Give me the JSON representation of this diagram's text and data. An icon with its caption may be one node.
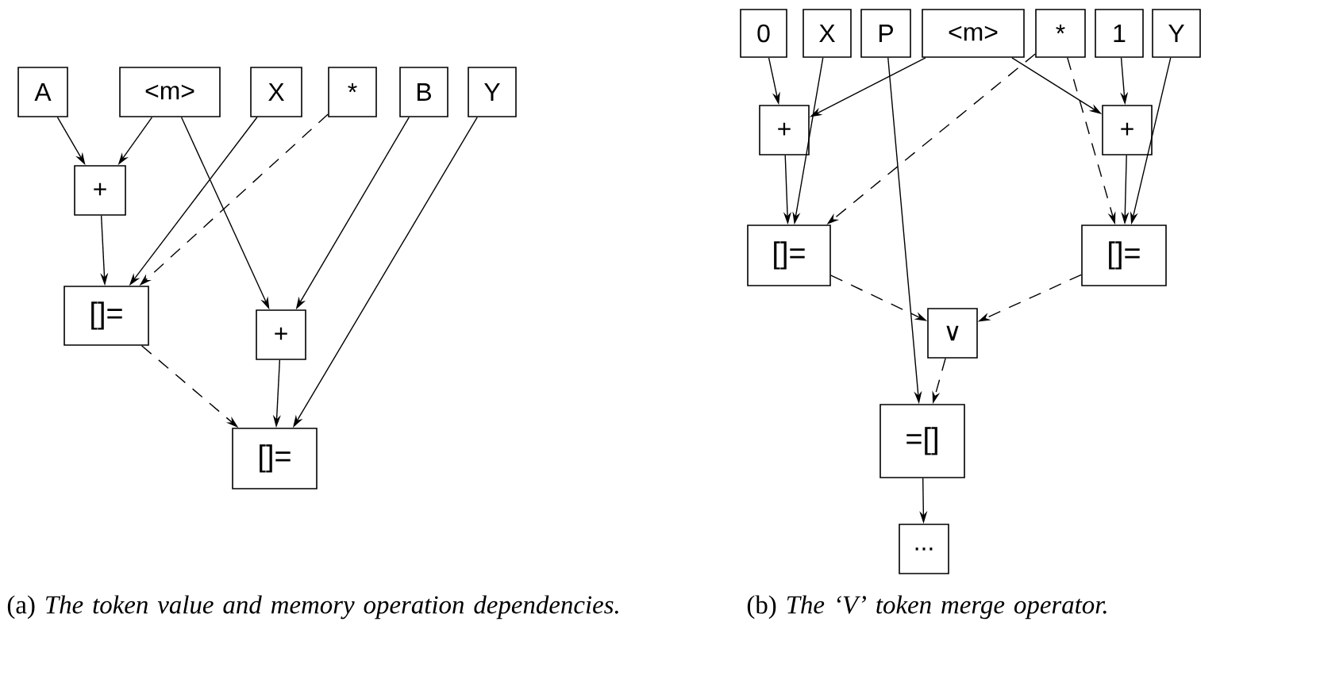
{
  "diagram": {
    "nodes": [
      {
        "text": [
          "A"
        ]
      },
      {
        "text": [
          "<m>"
        ]
      },
      {
        "text": [
          "X"
        ]
      },
      {
        "text": [
          "*"
        ]
      },
      {
        "text": [
          "B"
        ]
      },
      {
        "text": [
          "Y"
        ]
      },
      {
        "text": [
          "+"
        ]
      },
      {
        "text": [
          "[]="
        ]
      },
      {
        "text": [
          "+"
        ]
      },
      {
        "text": [
          "[]="
        ]
      },
      {
        "text": [
          "0"
        ]
      },
      {
        "text": [
          "X"
        ]
      },
      {
        "text": [
          "P"
        ]
      },
      {
        "text": [
          "<m>"
        ]
      },
      {
        "text": [
          "*"
        ]
      },
      {
        "text": [
          "1"
        ]
      },
      {
        "text": [
          "Y"
        ]
      },
      {
        "text": [
          "+"
        ]
      },
      {
        "text": [
          "+"
        ]
      },
      {
        "text": [
          "[]="
        ]
      },
      {
        "text": [
          "[]="
        ]
      },
      {
        "text": [
          "∨"
        ]
      },
      {
        "text": [
          "=[]"
        ]
      },
      {
        "text": [
          "..."
        ]
      }
    ],
    "edges": [
      {
        "from": 0,
        "to": 6,
        "arrow": "to"
      },
      {
        "from": 1,
        "to": 6,
        "arrow": "to"
      },
      {
        "from": 1,
        "to": 8,
        "arrow": "to"
      },
      {
        "from": 2,
        "to": 7,
        "arrow": "to"
      },
      {
        "from": 3,
        "to": 7,
        "arrow": "to",
        "style": "dashed"
      },
      {
        "from": 4,
        "to": 8,
        "arrow": "to"
      },
      {
        "from": 5,
        "to": 9,
        "arrow": "to"
      },
      {
        "from": 6,
        "to": 7,
        "arrow": "to"
      },
      {
        "from": 7,
        "to": 9,
        "arrow": "to",
        "style": "dashed"
      },
      {
        "from": 8,
        "to": 9,
        "arrow": "to"
      },
      {
        "from": 10,
        "to": 17,
        "arrow": "to"
      },
      {
        "from": 13,
        "to": 17,
        "arrow": "to"
      },
      {
        "from": 13,
        "to": 18,
        "arrow": "to"
      },
      {
        "from": 15,
        "to": 18,
        "arrow": "to"
      },
      {
        "from": 11,
        "to": 19,
        "arrow": "to"
      },
      {
        "from": 17,
        "to": 19,
        "arrow": "to"
      },
      {
        "from": 14,
        "to": 19,
        "arrow": "to",
        "style": "dashed"
      },
      {
        "from": 14,
        "to": 20,
        "arrow": "to",
        "style": "dashed"
      },
      {
        "from": 18,
        "to": 20,
        "arrow": "to"
      },
      {
        "from": 16,
        "to": 20,
        "arrow": "to"
      },
      {
        "from": 19,
        "to": 21,
        "arrow": "to",
        "style": "dashed"
      },
      {
        "from": 20,
        "to": 21,
        "arrow": "to",
        "style": "dashed"
      },
      {
        "from": 12,
        "to": 22,
        "arrow": "to"
      },
      {
        "from": 21,
        "to": 22,
        "arrow": "to",
        "style": "dashed"
      },
      {
        "from": 22,
        "to": 23,
        "arrow": "to"
      }
    ],
    "labels": [
      "(a) *The token value and memory operation dependencies.*",
      "(b) *The ‘V’ token merge operator.*"
    ]
  }
}
